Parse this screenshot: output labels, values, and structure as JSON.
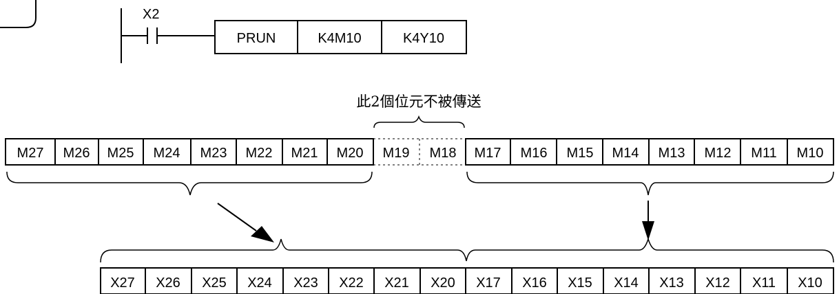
{
  "ladder": {
    "contact_label": "X2",
    "instruction": "PRUN",
    "source": "K4M10",
    "destination": "K4Y10"
  },
  "note": "此2個位元不被傳送",
  "m_row": {
    "transferred_high": [
      "M27",
      "M26",
      "M25",
      "M24",
      "M23",
      "M22",
      "M21",
      "M20"
    ],
    "skipped": [
      "M19",
      "M18"
    ],
    "transferred_low": [
      "M17",
      "M16",
      "M15",
      "M14",
      "M13",
      "M12",
      "M11",
      "M10"
    ]
  },
  "x_row": [
    "X27",
    "X26",
    "X25",
    "X24",
    "X23",
    "X22",
    "X21",
    "X20",
    "X17",
    "X16",
    "X15",
    "X14",
    "X13",
    "X12",
    "X11",
    "X10"
  ]
}
